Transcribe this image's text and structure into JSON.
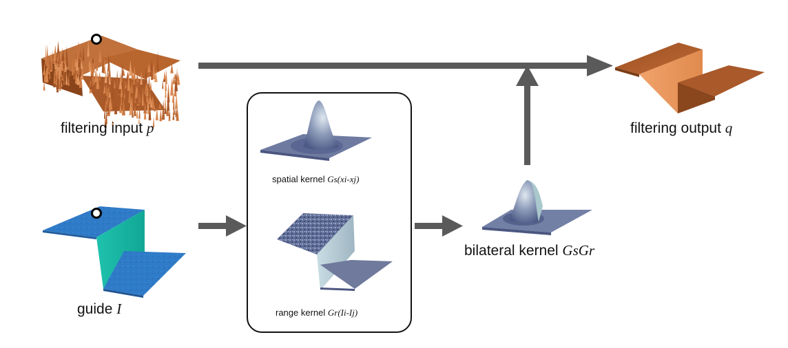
{
  "labels": {
    "input": {
      "text": "filtering input ",
      "symbol": "p"
    },
    "output": {
      "text": "filtering output ",
      "symbol": "q"
    },
    "guide": {
      "text": "guide ",
      "symbol": "I"
    },
    "bilateral": {
      "text": "bilateral kernel ",
      "symbol": "GsGr"
    },
    "spatial": {
      "text": "spatial kernel ",
      "symbol": "Gs(xi-xj)"
    },
    "range": {
      "text": "range kernel ",
      "symbol": "Gr(Ii-Ij)"
    }
  },
  "colors": {
    "input_surface": "#c8743e",
    "output_surface": "#b8622c",
    "output_step": "#eb9a60",
    "guide_surface": "#2f79c6",
    "guide_step": "#19b7a6",
    "kernel_surface": "#7a86a8",
    "arrow": "#5a5a5a"
  }
}
